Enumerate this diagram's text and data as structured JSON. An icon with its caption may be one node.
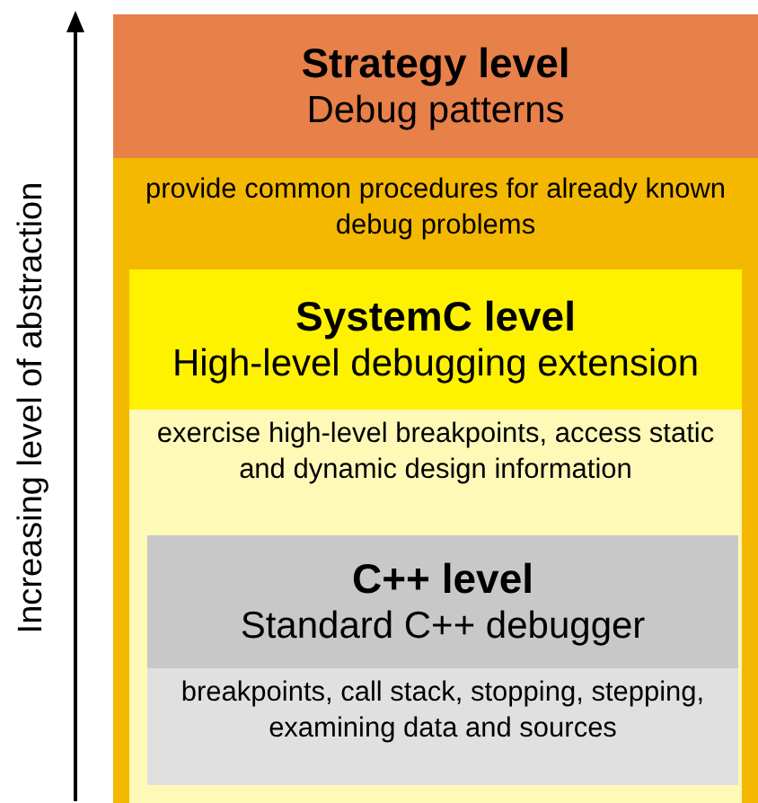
{
  "diagram": {
    "nodes": [
      {
        "text": [
          "Strategy level",
          "Debug patterns",
          "provide common procedures for already known debug problems"
        ]
      },
      {
        "text": [
          "SystemC level",
          "High-level debugging extension",
          "exercise high-level breakpoints, access static and dynamic design information"
        ],
        "in": 0
      },
      {
        "text": [
          "C++ level",
          "Standard C++ debugger",
          "breakpoints, call stack, stopping, stepping, examining data and sources"
        ],
        "in": 1
      }
    ],
    "edges": [],
    "labels": [
      "Increasing level of abstraction"
    ]
  }
}
